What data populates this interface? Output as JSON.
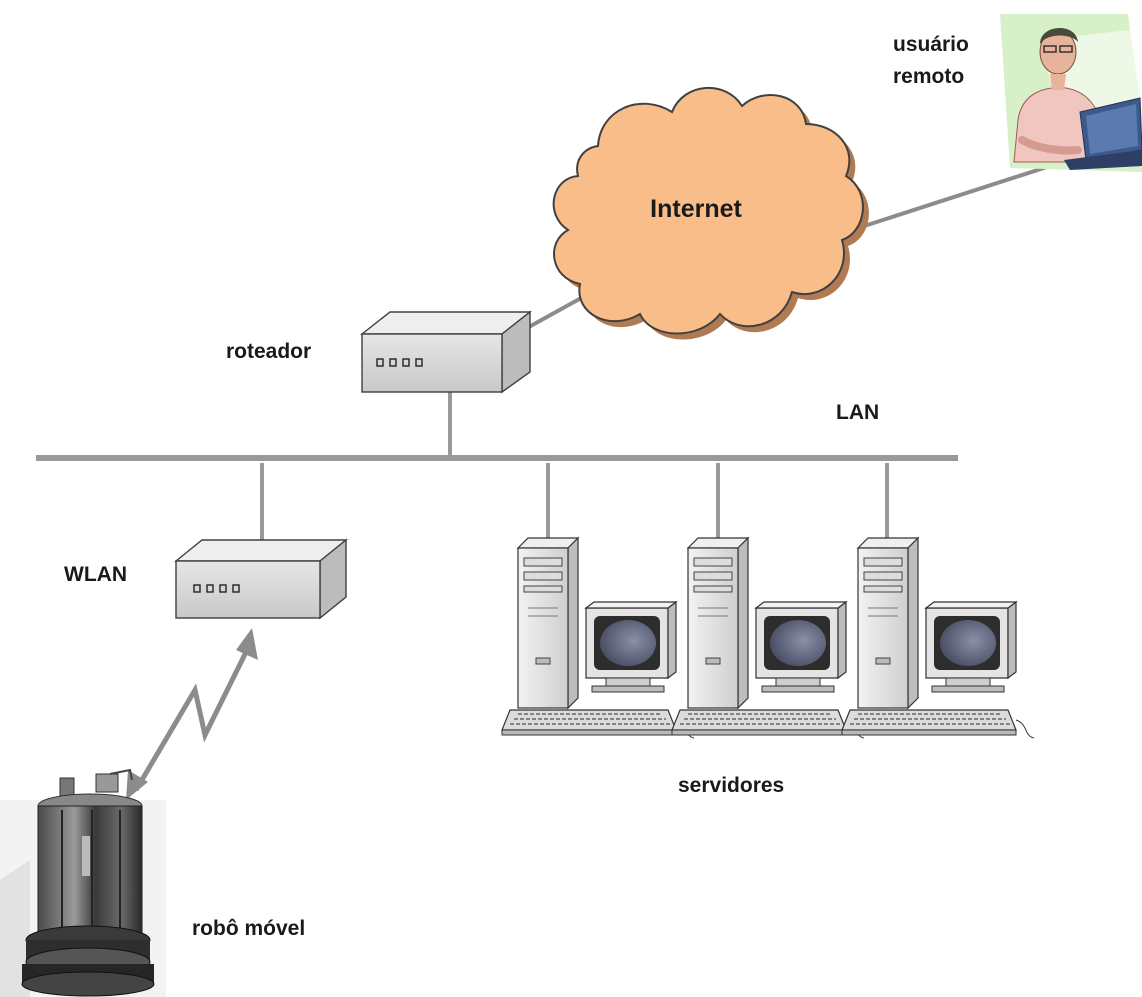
{
  "labels": {
    "remote_user": [
      "usuário",
      "remoto"
    ],
    "internet": "Internet",
    "router": "roteador",
    "lan": "LAN",
    "wlan": "WLAN",
    "servers": "servidores",
    "robot": "robô móvel"
  },
  "colors": {
    "cloud_fill": "#F9BD8A",
    "cloud_stroke": "#404040",
    "device_fill": "#D9D9D9",
    "link_line": "#8C8C8C",
    "bus_line": "#999999"
  },
  "icons": {
    "remote_user": "person-laptop-icon",
    "internet": "cloud-icon",
    "router": "router-box-icon",
    "wlan": "access-point-box-icon",
    "server": "desktop-computer-icon",
    "robot": "mobile-robot-icon",
    "wireless": "lightning-bolt-icon"
  },
  "server_count": 3
}
